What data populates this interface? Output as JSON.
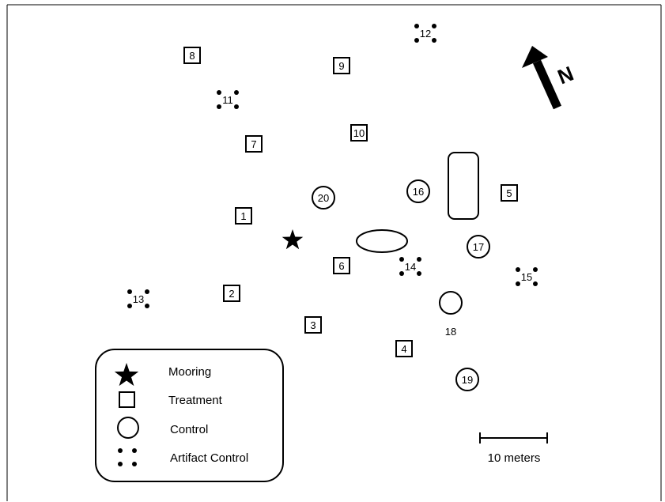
{
  "markers": [
    {
      "id": "1",
      "kind": "treatment"
    },
    {
      "id": "2",
      "kind": "treatment"
    },
    {
      "id": "3",
      "kind": "treatment"
    },
    {
      "id": "4",
      "kind": "treatment"
    },
    {
      "id": "5",
      "kind": "treatment"
    },
    {
      "id": "6",
      "kind": "treatment"
    },
    {
      "id": "7",
      "kind": "treatment"
    },
    {
      "id": "8",
      "kind": "treatment"
    },
    {
      "id": "9",
      "kind": "treatment"
    },
    {
      "id": "10",
      "kind": "treatment"
    },
    {
      "id": "11",
      "kind": "artifact-control"
    },
    {
      "id": "12",
      "kind": "artifact-control"
    },
    {
      "id": "13",
      "kind": "artifact-control"
    },
    {
      "id": "14",
      "kind": "artifact-control"
    },
    {
      "id": "15",
      "kind": "artifact-control"
    },
    {
      "id": "16",
      "kind": "control"
    },
    {
      "id": "17",
      "kind": "control"
    },
    {
      "id": "18",
      "kind": "control"
    },
    {
      "id": "19",
      "kind": "control"
    },
    {
      "id": "20",
      "kind": "control"
    }
  ],
  "north_label": "N",
  "scale_label": "10 meters",
  "legend": {
    "mooring": "Mooring",
    "treatment": "Treatment",
    "control": "Control",
    "artifact_control": "Artifact Control"
  },
  "colors": {
    "ink": "#000000",
    "background": "#ffffff"
  }
}
